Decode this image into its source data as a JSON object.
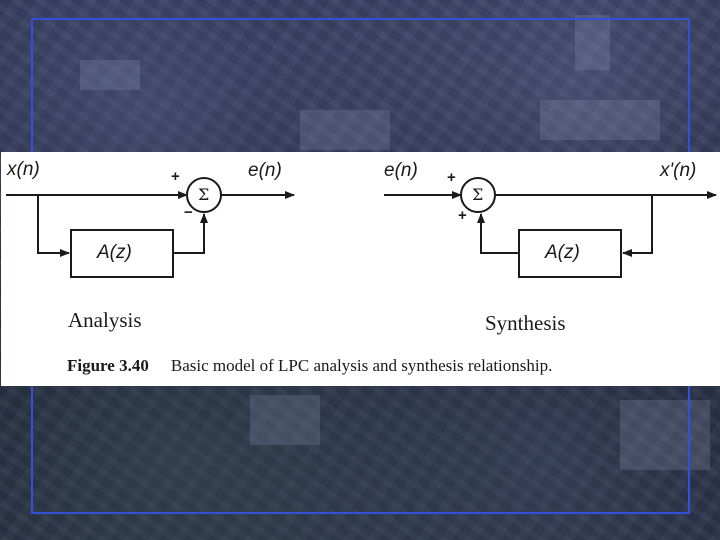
{
  "diagram": {
    "analysis": {
      "input_label": "x(n)",
      "output_label": "e(n)",
      "summer_symbol": "Σ",
      "plus_sign": "+",
      "minus_sign": "−",
      "filter_label": "A(z)",
      "title": "Analysis"
    },
    "synthesis": {
      "input_label": "e(n)",
      "output_label": "x'(n)",
      "summer_symbol": "Σ",
      "plus_sign_top": "+",
      "plus_sign_bottom": "+",
      "filter_label": "A(z)",
      "title": "Synthesis"
    },
    "caption": {
      "figure_number": "Figure 3.40",
      "text": "Basic model of LPC analysis and synthesis relationship."
    }
  },
  "colors": {
    "frame_border": "#3550d8",
    "figure_background": "#ffffff",
    "line": "#1a1a1a"
  }
}
